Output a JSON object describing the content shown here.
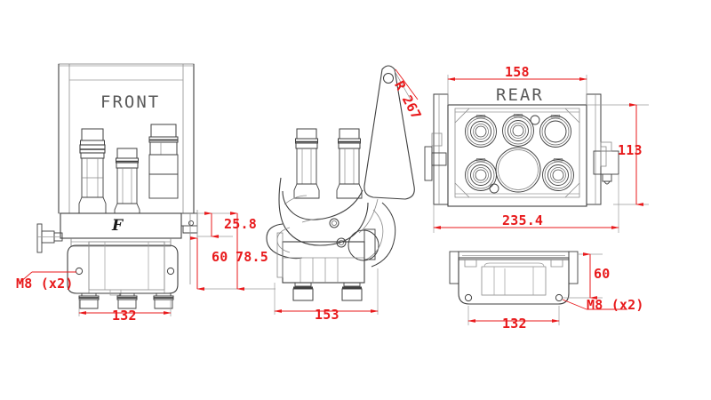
{
  "drawing": {
    "title": "Hydraulic valve assembly technical drawing",
    "background_color": "#ffffff",
    "line_color": "#3f3f3f",
    "dimension_color": "#e8191b",
    "view_label_color": "#5a5a5a"
  },
  "views": {
    "front": {
      "label": "FRONT",
      "brand": "F"
    },
    "side": {
      "label": ""
    },
    "rear": {
      "label": "REAR"
    },
    "bottom": {
      "label": ""
    }
  },
  "dimensions": {
    "front_width": "132",
    "front_note_m8": "M8  (x2)",
    "front_h_258": "25.8",
    "front_h_60": "60",
    "front_h_785": "78.5",
    "side_width": "153",
    "side_radius": "R 267",
    "rear_width_inner": "158",
    "rear_width_outer": "235.4",
    "rear_height": "113",
    "bottom_width": "132",
    "bottom_height": "60",
    "bottom_note_m8": "M8  (x2)"
  }
}
